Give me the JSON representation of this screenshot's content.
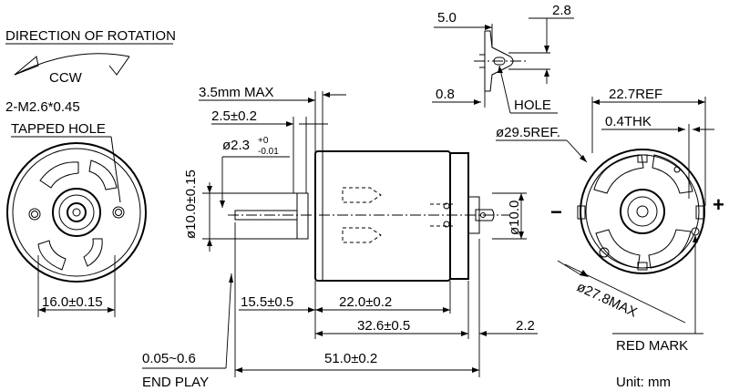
{
  "left_view": {
    "direction_title": "DIRECTION OF ROTATION",
    "rotation_label": "CCW",
    "thread_label": "2-M2.6*0.45",
    "tapped_label": "TAPPED HOLE",
    "width_dim": "16.0±0.15"
  },
  "side_view": {
    "shaft_length_max": "3.5mm MAX",
    "shaft_step": "2.5±0.2",
    "shaft_dia": "ø2.3",
    "shaft_dia_tol_upper": "+0",
    "shaft_dia_tol_lower": "-0.01",
    "boss_dia": "ø10.0±0.15",
    "shaft_extension": "15.5±0.5",
    "can_length": "22.0±0.2",
    "body_length": "32.6±0.5",
    "terminal_offset": "2.2",
    "end_play": "0.05~0.6",
    "end_play_label": "END PLAY",
    "overall_length": "51.0±0.2",
    "end_boss_dia": "ø10.0"
  },
  "terminal_detail": {
    "width": "5.0",
    "height": "2.8",
    "thickness": "0.8",
    "hole_label": "HOLE"
  },
  "right_view": {
    "ref_width": "22.7REF",
    "thickness": "0.4THK",
    "ref_dia": "ø29.5REF.",
    "max_dia": "ø27.8MAX",
    "minus_sign": "−",
    "plus_sign": "+",
    "red_mark_label": "RED MARK"
  },
  "units": "Unit:  mm"
}
